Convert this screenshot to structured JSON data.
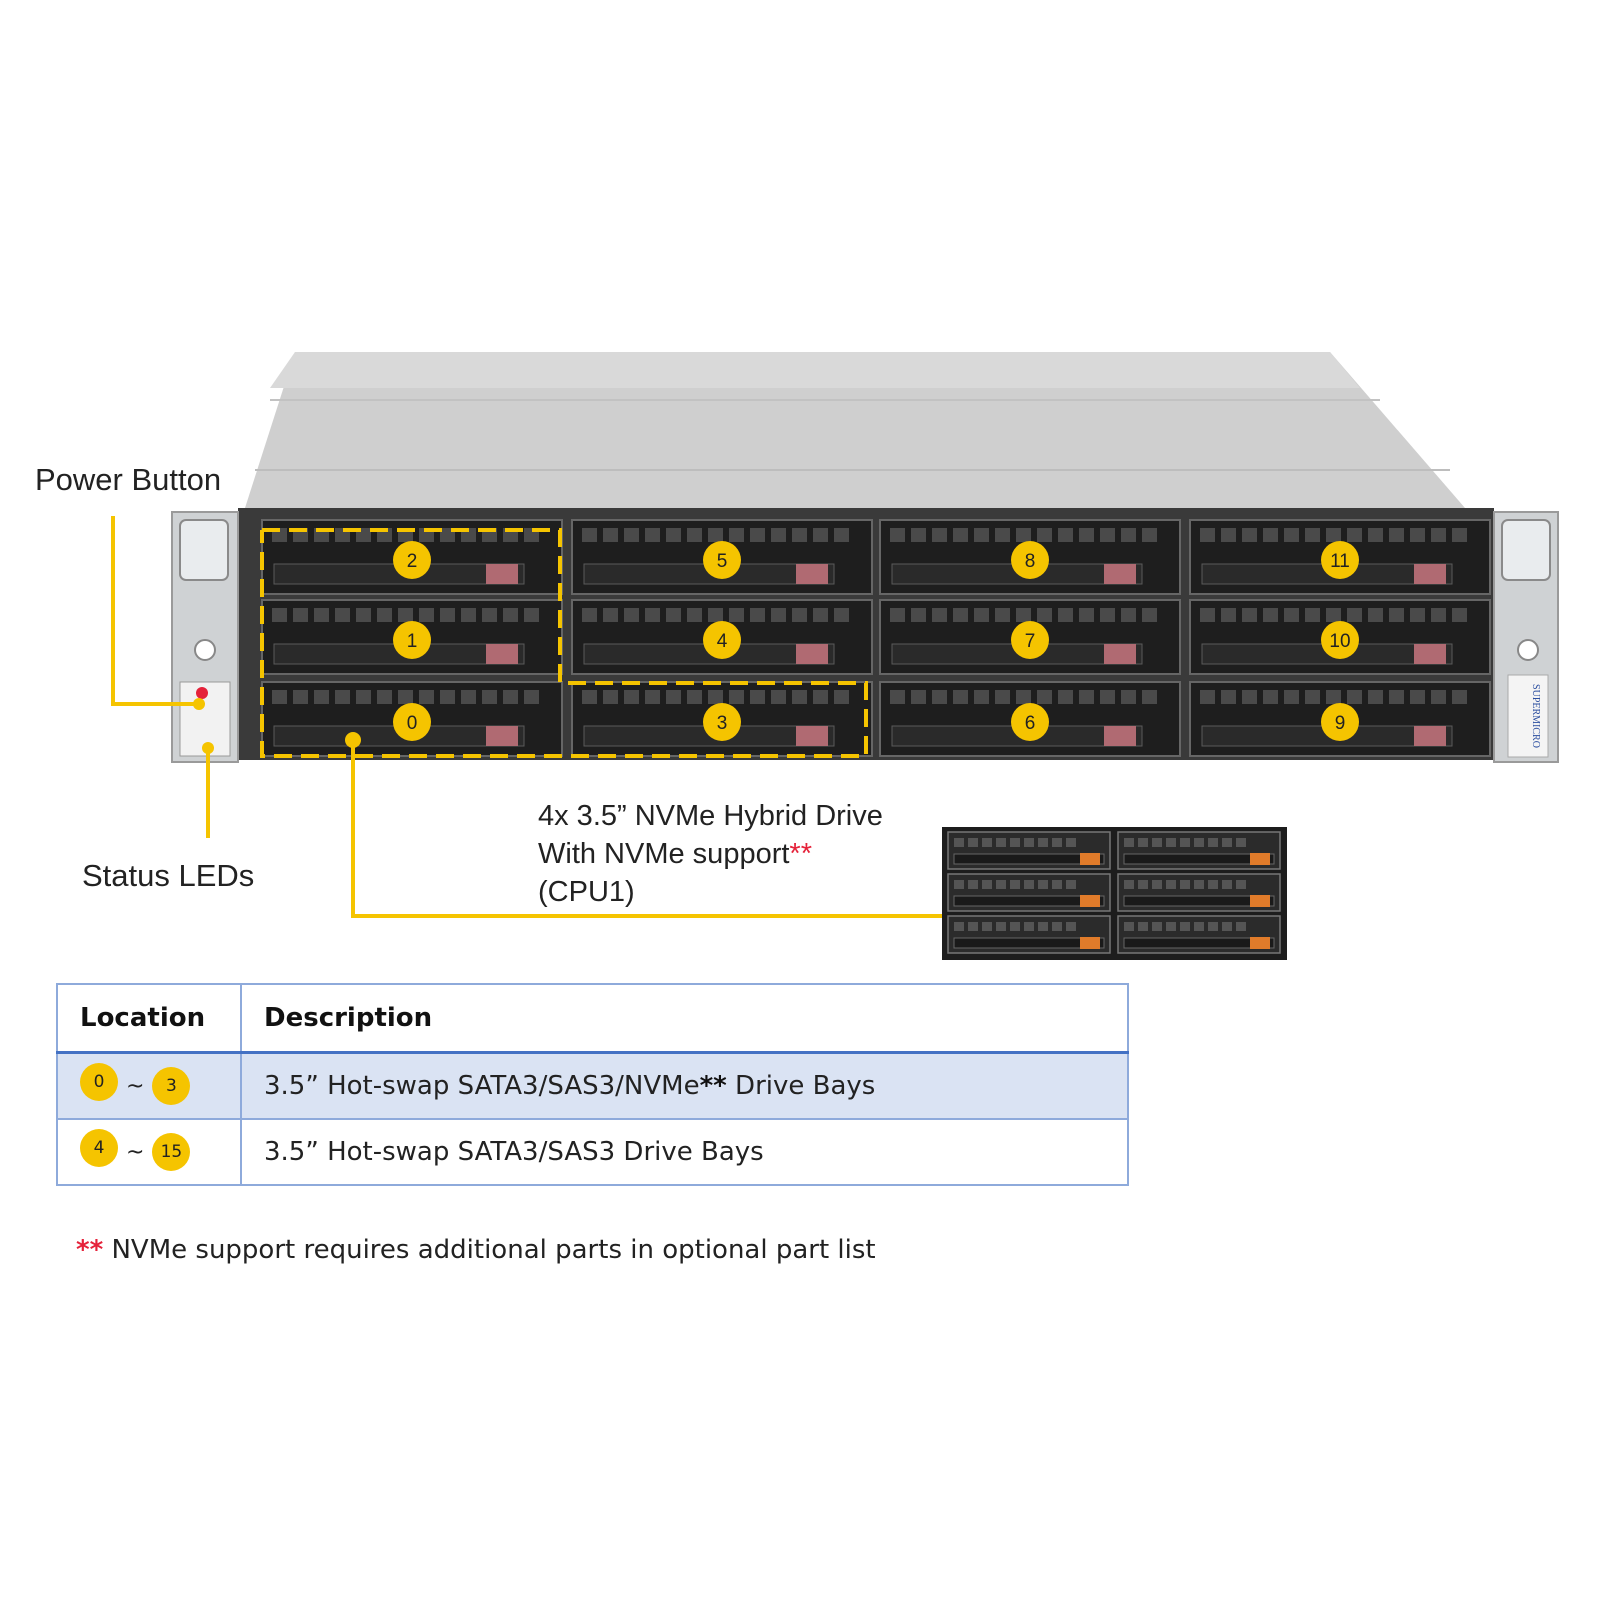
{
  "callouts": {
    "power_button": "Power Button",
    "status_leds": "Status LEDs",
    "hybrid_line1": "4x 3.5” NVMe Hybrid Drive",
    "hybrid_line2": "With NVMe support",
    "hybrid_line2_mark": "**",
    "hybrid_line3": "(CPU1)"
  },
  "drive_bays": [
    {
      "column": 1,
      "row": "top",
      "number": "2"
    },
    {
      "column": 1,
      "row": "middle",
      "number": "1"
    },
    {
      "column": 1,
      "row": "bottom",
      "number": "0"
    },
    {
      "column": 2,
      "row": "top",
      "number": "5"
    },
    {
      "column": 2,
      "row": "middle",
      "number": "4"
    },
    {
      "column": 2,
      "row": "bottom",
      "number": "3"
    },
    {
      "column": 3,
      "row": "top",
      "number": "8"
    },
    {
      "column": 3,
      "row": "middle",
      "number": "7"
    },
    {
      "column": 3,
      "row": "bottom",
      "number": "6"
    },
    {
      "column": 4,
      "row": "top",
      "number": "11"
    },
    {
      "column": 4,
      "row": "middle",
      "number": "10"
    },
    {
      "column": 4,
      "row": "bottom",
      "number": "9"
    }
  ],
  "brand_vertical": "SUPERMICRO",
  "table": {
    "headers": [
      "Location",
      "Description"
    ],
    "rows": [
      {
        "from": "0",
        "tilde": "~",
        "to": "3",
        "description": "3.5” Hot-swap SATA3/SAS3/NVMe",
        "stars": "**",
        "suffix": " Drive Bays"
      },
      {
        "from": "4",
        "tilde": "~",
        "to": "15",
        "description": "3.5” Hot-swap SATA3/SAS3 Drive Bays",
        "stars": "",
        "suffix": ""
      }
    ]
  },
  "footnote": {
    "mark": "**",
    "text": " NVMe support requires additional parts in optional part list"
  },
  "colors": {
    "highlight": "#f5c400",
    "red_mark": "#e5223a",
    "table_border": "#8eaadb",
    "row_shade": "#dae3f3"
  }
}
